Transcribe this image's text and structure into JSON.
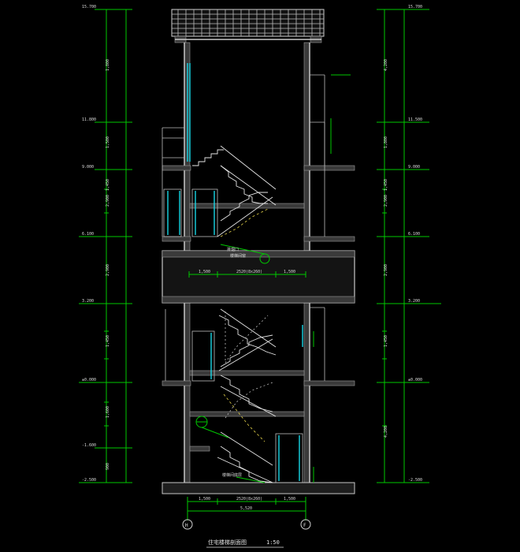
{
  "drawing": {
    "title": "住宅楼梯剖面图",
    "scale": "1:50",
    "axis_left": "H",
    "axis_right": "F",
    "note_mid": "排烟口",
    "note_mid2": "楼梯间窗",
    "note_low": "楼梯间底层",
    "dims_top": [
      "1,500",
      "2520(8x260)",
      "1,500"
    ],
    "dims_bottom": [
      "1,500",
      "2520(8x260)",
      "1,500"
    ],
    "total_bottom": "5,520"
  },
  "left_scale": [
    {
      "label": "15.700"
    },
    {
      "label": "1,800"
    },
    {
      "label": "11.800"
    },
    {
      "label": "1,500"
    },
    {
      "label": "9.000"
    },
    {
      "label": "1,450"
    },
    {
      "label": "2,900"
    },
    {
      "label": "6.100"
    },
    {
      "label": "2,900"
    },
    {
      "label": "3.200"
    },
    {
      "label": "1,450"
    },
    {
      "label": "±0.000"
    },
    {
      "label": "1,600"
    },
    {
      "label": "-1.600"
    },
    {
      "label": "900"
    },
    {
      "label": "-2.500"
    }
  ],
  "right_scale": [
    {
      "label": "15.700"
    },
    {
      "label": "4,200"
    },
    {
      "label": "11.500"
    },
    {
      "label": "1,800"
    },
    {
      "label": "9.000"
    },
    {
      "label": "1,450"
    },
    {
      "label": "2,900"
    },
    {
      "label": "6.100"
    },
    {
      "label": "2,900"
    },
    {
      "label": "3.200"
    },
    {
      "label": "1,450"
    },
    {
      "label": "±0.000"
    },
    {
      "label": "4,200"
    },
    {
      "label": "-2.500"
    }
  ]
}
